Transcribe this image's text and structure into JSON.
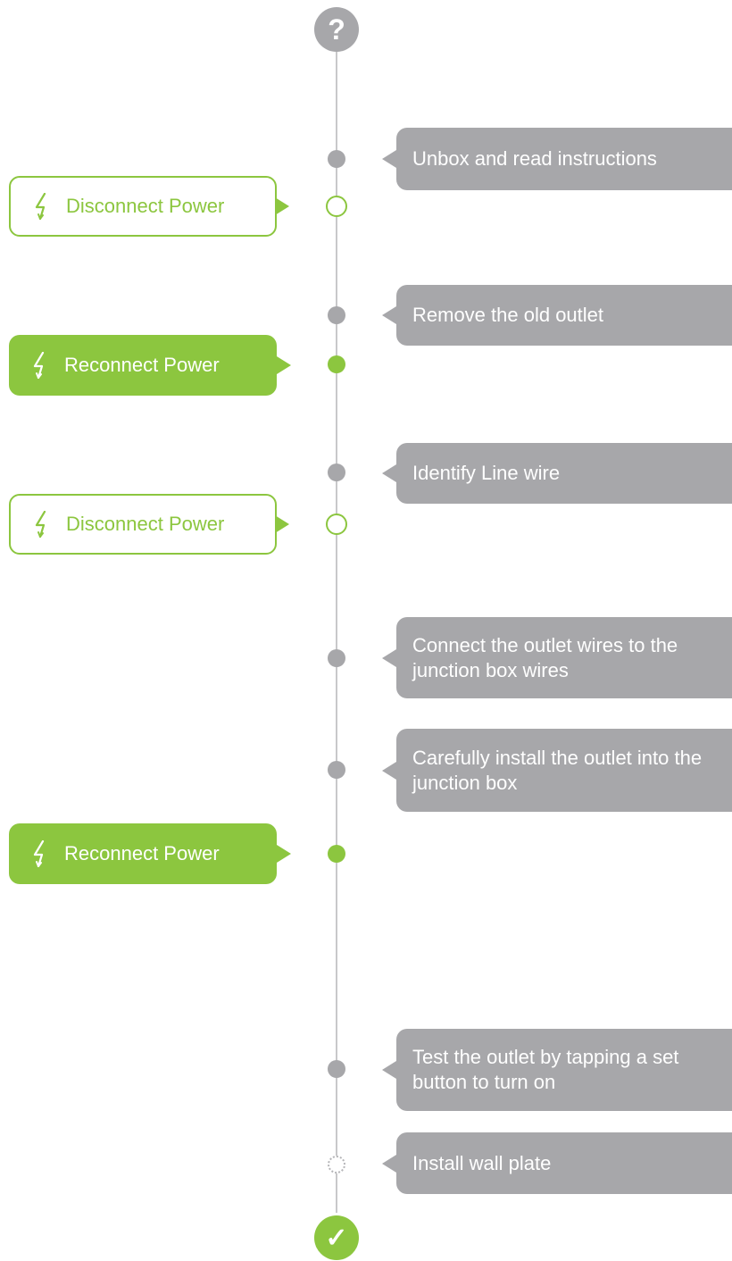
{
  "start_icon": "question-mark-icon",
  "end_icon": "checkmark-icon",
  "colors": {
    "accent": "#8cc63f",
    "step_gray": "#a7a7aa",
    "line": "#c8c8ca"
  },
  "start_glyph": "?",
  "end_glyph": "✓",
  "steps": [
    {
      "text": "Unbox and read instructions"
    },
    {
      "text": "Remove the old outlet"
    },
    {
      "text": "Identify Line wire"
    },
    {
      "text": "Connect the outlet wires to the junction box wires"
    },
    {
      "text": "Carefully install the outlet into the junction box"
    },
    {
      "text": "Test the outlet by tapping a set button to turn on"
    },
    {
      "text": "Install wall plate"
    }
  ],
  "power_actions": [
    {
      "label": "Disconnect Power",
      "style": "outline",
      "icon": "lightning-bolt-icon"
    },
    {
      "label": "Reconnect Power",
      "style": "filled",
      "icon": "lightning-bolt-icon"
    },
    {
      "label": "Disconnect Power",
      "style": "outline",
      "icon": "lightning-bolt-icon"
    },
    {
      "label": "Reconnect Power",
      "style": "filled",
      "icon": "lightning-bolt-icon"
    }
  ]
}
